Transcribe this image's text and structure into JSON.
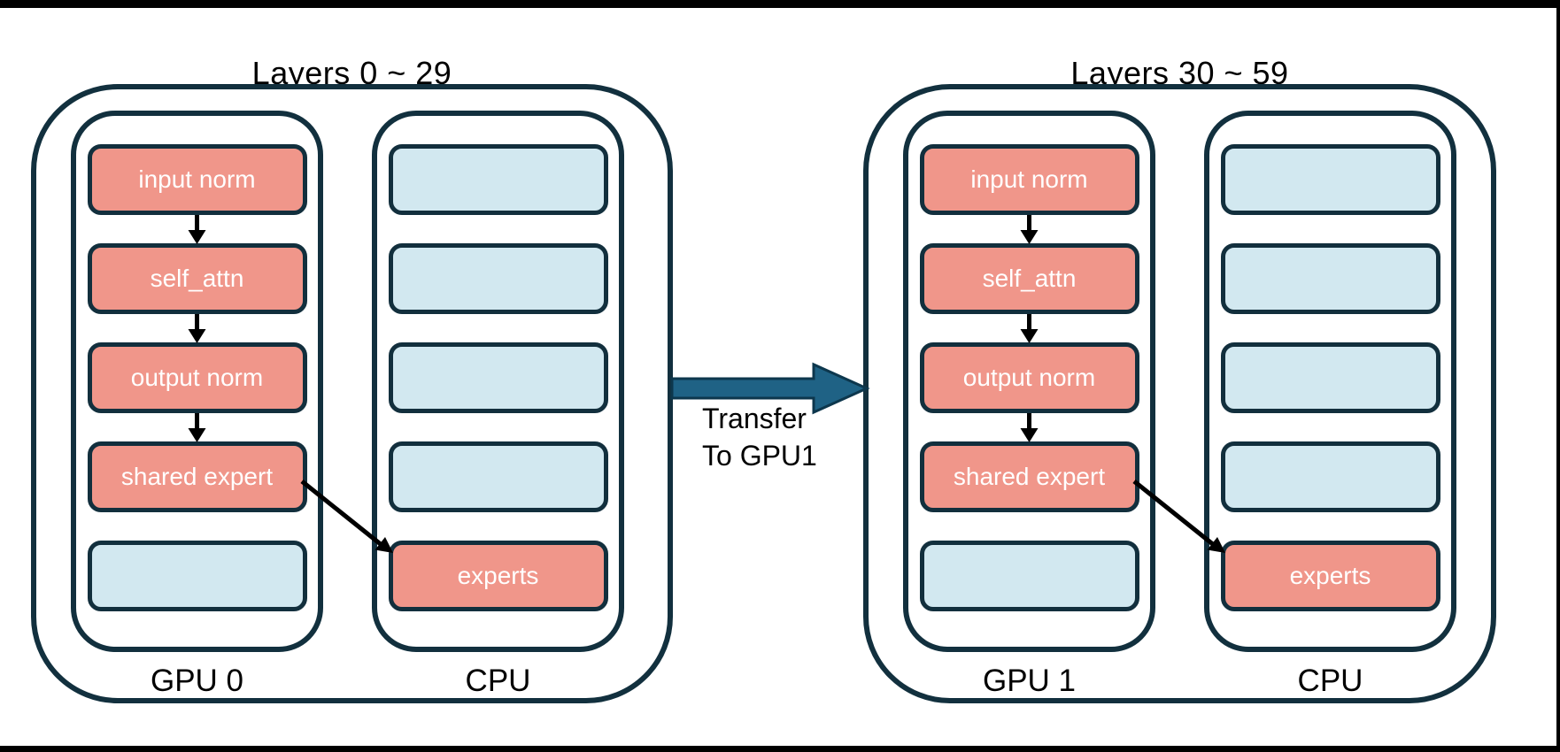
{
  "frame": {
    "bar_color": "#000000",
    "background": "#ffffff"
  },
  "colors": {
    "outline": "#12303e",
    "module_fill": "#f0968a",
    "empty_slot_fill": "#d2e8f0",
    "module_text": "#ffffff",
    "label_text": "#000000",
    "flow_arrow": "#000000",
    "transfer_arrow_fill": "#1f6285",
    "transfer_arrow_outline": "#0d374d"
  },
  "groups": [
    {
      "title": "Layers 0 ~ 29",
      "gpu": {
        "label": "GPU 0",
        "slots": [
          {
            "type": "module",
            "label": "input norm"
          },
          {
            "type": "module",
            "label": "self_attn"
          },
          {
            "type": "module",
            "label": "output norm"
          },
          {
            "type": "module",
            "label": "shared expert"
          },
          {
            "type": "empty",
            "label": ""
          }
        ]
      },
      "cpu": {
        "label": "CPU",
        "slots": [
          {
            "type": "empty",
            "label": ""
          },
          {
            "type": "empty",
            "label": ""
          },
          {
            "type": "empty",
            "label": ""
          },
          {
            "type": "empty",
            "label": ""
          },
          {
            "type": "module",
            "label": "experts"
          }
        ]
      }
    },
    {
      "title": "Layers 30 ~ 59",
      "gpu": {
        "label": "GPU 1",
        "slots": [
          {
            "type": "module",
            "label": "input norm"
          },
          {
            "type": "module",
            "label": "self_attn"
          },
          {
            "type": "module",
            "label": "output norm"
          },
          {
            "type": "module",
            "label": "shared expert"
          },
          {
            "type": "empty",
            "label": ""
          }
        ]
      },
      "cpu": {
        "label": "CPU",
        "slots": [
          {
            "type": "empty",
            "label": ""
          },
          {
            "type": "empty",
            "label": ""
          },
          {
            "type": "empty",
            "label": ""
          },
          {
            "type": "empty",
            "label": ""
          },
          {
            "type": "module",
            "label": "experts"
          }
        ]
      }
    }
  ],
  "transfer": {
    "line1": "Transfer",
    "line2": "To GPU1"
  }
}
